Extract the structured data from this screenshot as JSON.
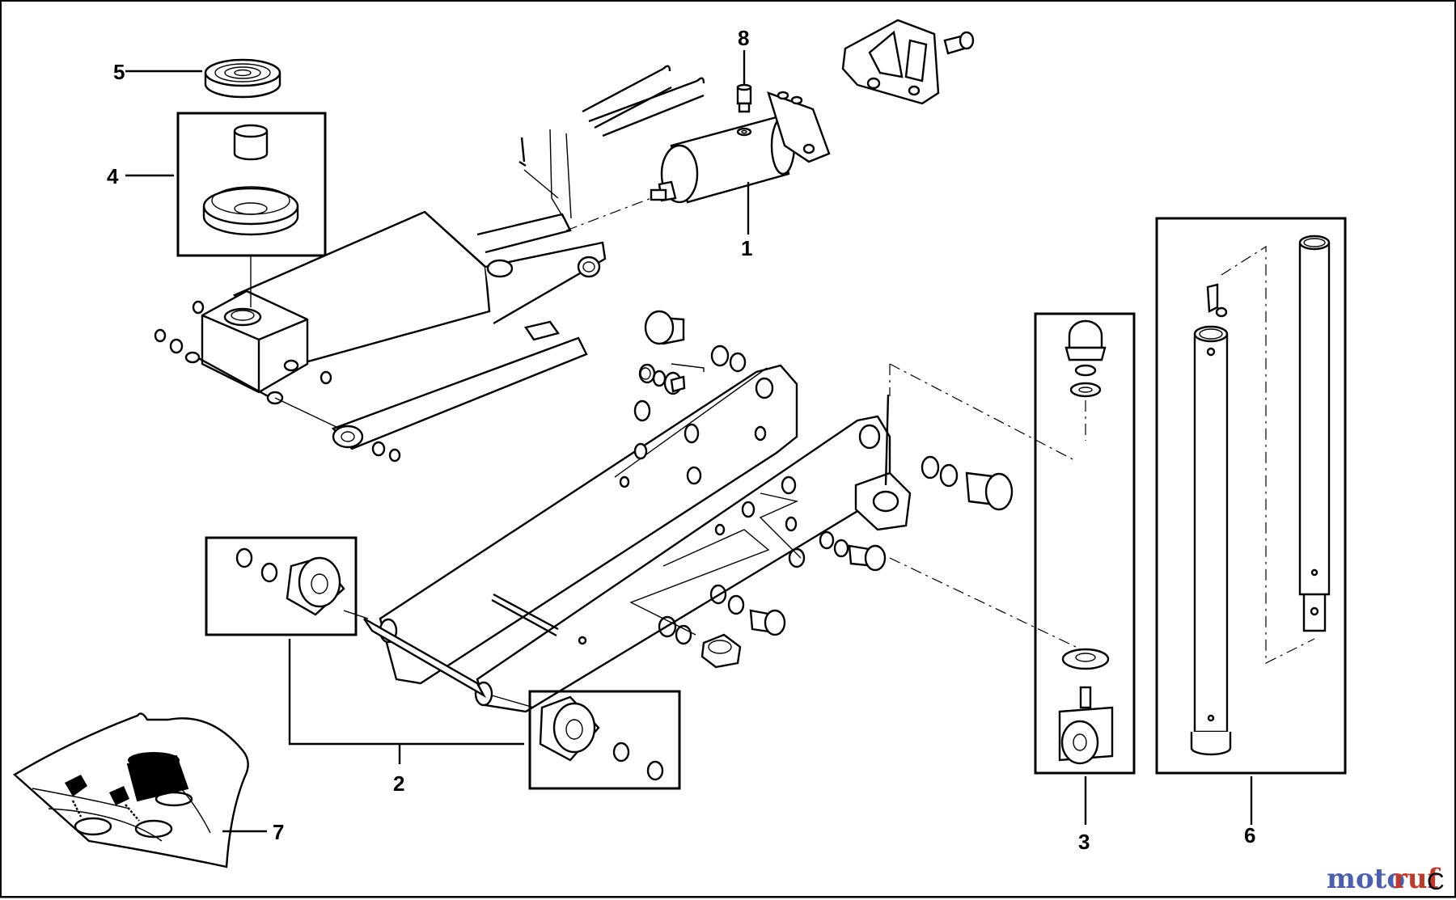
{
  "diagram": {
    "callouts": [
      {
        "id": "part-1",
        "label": "1"
      },
      {
        "id": "part-2",
        "label": "2"
      },
      {
        "id": "part-3",
        "label": "3"
      },
      {
        "id": "part-4",
        "label": "4"
      },
      {
        "id": "part-5",
        "label": "5"
      },
      {
        "id": "part-6",
        "label": "6"
      },
      {
        "id": "part-7",
        "label": "7"
      },
      {
        "id": "part-8",
        "label": "8"
      }
    ]
  },
  "watermark": {
    "part_a": "moto",
    "part_b": "ruf",
    "part_c": "C"
  },
  "colors": {
    "ink": "#000000",
    "background": "#ffffff",
    "watermark_blue": "#4a5fb0",
    "watermark_red": "#c0392b"
  }
}
